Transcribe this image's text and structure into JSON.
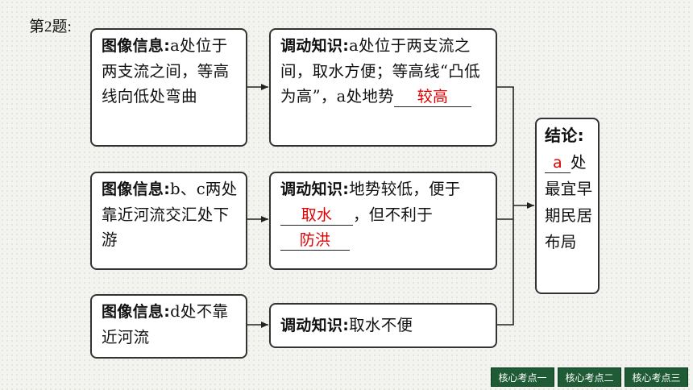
{
  "question_number": "第2题:",
  "rows": [
    {
      "info": {
        "label": "图像信息",
        "colon": ":",
        "text": "a处位于两支流之间，等高线向低处弯曲"
      },
      "knowledge": {
        "label": "调动知识",
        "colon": ":",
        "text_before": "a处位于两支流之间，取水方便；等高线“凸低为高”，a处地势",
        "answer": "较高"
      }
    },
    {
      "info": {
        "label": "图像信息",
        "colon": ":",
        "text": "b、c两处靠近河流交汇处下游"
      },
      "knowledge": {
        "label": "调动知识",
        "colon": ":",
        "text_before": "地势较低，便于",
        "answer1": "取水",
        "text_middle": "，但不利于",
        "answer2": "防洪"
      }
    },
    {
      "info": {
        "label": "图像信息",
        "colon": ":",
        "text": "d处不靠近河流"
      },
      "knowledge": {
        "label": "调动知识",
        "colon": ":",
        "text": "取水不便"
      }
    }
  ],
  "conclusion": {
    "label": "结论",
    "colon": ":",
    "answer": "a",
    "text": "处最宜早期民居布局"
  },
  "nav": [
    "核心考点一",
    "核心考点二",
    "核心考点三"
  ]
}
